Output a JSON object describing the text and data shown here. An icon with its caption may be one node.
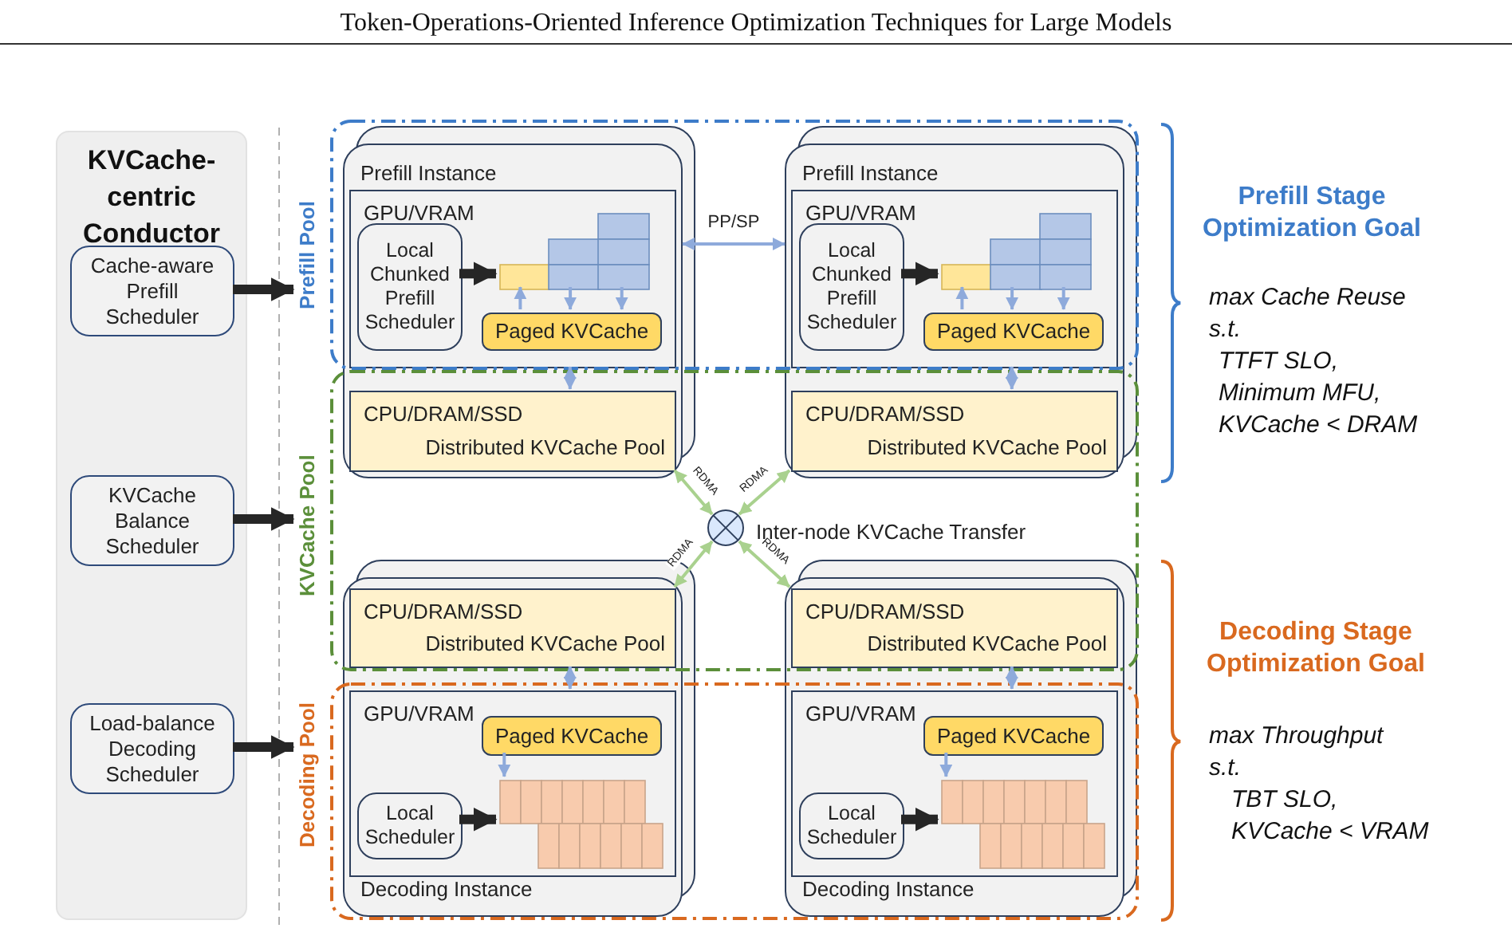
{
  "diagram": {
    "title": "Token-Operations-Oriented Inference Optimization Techniques for Large Models",
    "nodes": [
      {
        "text": [
          "KVCache-centric Conductor"
        ]
      },
      {
        "text": [
          "Cache-aware Prefill Scheduler"
        ],
        "in": 0
      },
      {
        "text": [
          "KVCache Balance Scheduler"
        ],
        "in": 0
      },
      {
        "text": [
          "Load-balance Decoding Scheduler"
        ],
        "in": 0
      },
      {
        "text": [
          "Prefill Pool"
        ]
      },
      {
        "text": [
          "KVCache Pool"
        ]
      },
      {
        "text": [
          "Decoding Pool"
        ]
      },
      {
        "text": [
          "Prefill Instance"
        ]
      },
      {
        "text": [
          "GPU/VRAM"
        ],
        "in": 7
      },
      {
        "text": [
          "Local Chunked Prefill Scheduler"
        ],
        "in": 8
      },
      {
        "text": [],
        "shape": "box",
        "in": 8
      },
      {
        "text": [
          "Paged KVCache"
        ],
        "in": 8
      },
      {
        "text": [
          "CPU/DRAM/SSD",
          "Distributed KVCache Pool"
        ],
        "in": 7
      },
      {
        "text": [
          "Prefill Instance"
        ]
      },
      {
        "text": [
          "GPU/VRAM"
        ],
        "in": 13
      },
      {
        "text": [
          "Local Chunked Prefill Scheduler"
        ],
        "in": 14
      },
      {
        "text": [],
        "shape": "box",
        "in": 14
      },
      {
        "text": [
          "Paged KVCache"
        ],
        "in": 14
      },
      {
        "text": [
          "CPU/DRAM/SSD",
          "Distributed KVCache Pool"
        ],
        "in": 13
      },
      {
        "text": [],
        "shape": "circle",
        "beside": [
          "Inter-node KVCache Transfer"
        ]
      },
      {
        "text": [
          "Decoding Instance"
        ]
      },
      {
        "text": [
          "CPU/DRAM/SSD",
          "Distributed KVCache Pool"
        ],
        "in": 20
      },
      {
        "text": [
          "GPU/VRAM"
        ],
        "in": 20
      },
      {
        "text": [
          "Paged KVCache"
        ],
        "in": 22
      },
      {
        "text": [
          "Local Scheduler"
        ],
        "in": 22
      },
      {
        "text": [],
        "shape": "box",
        "in": 22
      },
      {
        "text": [
          "Decoding Instance"
        ]
      },
      {
        "text": [
          "CPU/DRAM/SSD",
          "Distributed KVCache Pool"
        ],
        "in": 26
      },
      {
        "text": [
          "GPU/VRAM"
        ],
        "in": 26
      },
      {
        "text": [
          "Paged KVCache"
        ],
        "in": 28
      },
      {
        "text": [
          "Local Scheduler"
        ],
        "in": 28
      },
      {
        "text": [],
        "shape": "box",
        "in": 28
      }
    ],
    "edges": [
      {
        "from": 1,
        "to": 4,
        "arrow": "to",
        "style": "thick",
        "color": "#262626"
      },
      {
        "from": 2,
        "to": 5,
        "arrow": "to",
        "style": "thick",
        "color": "#262626"
      },
      {
        "from": 3,
        "to": 6,
        "arrow": "to",
        "style": "thick",
        "color": "#262626"
      },
      {
        "from": 9,
        "to": 10,
        "arrow": "to",
        "style": "thick",
        "color": "#262626"
      },
      {
        "from": 11,
        "to": 10,
        "arrow": "to"
      },
      {
        "from": 10,
        "to": 11,
        "arrow": "to"
      },
      {
        "from": 10,
        "to": 11,
        "arrow": "to"
      },
      {
        "from": 8,
        "to": 12,
        "arrow": "both"
      },
      {
        "from": 15,
        "to": 16,
        "arrow": "to",
        "style": "thick",
        "color": "#262626"
      },
      {
        "from": 17,
        "to": 16,
        "arrow": "to"
      },
      {
        "from": 16,
        "to": 17,
        "arrow": "to"
      },
      {
        "from": 16,
        "to": 17,
        "arrow": "to"
      },
      {
        "from": 14,
        "to": 18,
        "arrow": "both"
      },
      {
        "from": 7,
        "to": 13,
        "arrow": "both",
        "label": "PP/SP"
      },
      {
        "from": 19,
        "to": 12,
        "arrow": "both",
        "label": "RDMA",
        "color": "#a9d18e"
      },
      {
        "from": 19,
        "to": 18,
        "arrow": "both",
        "label": "RDMA",
        "color": "#a9d18e"
      },
      {
        "from": 19,
        "to": 21,
        "arrow": "both",
        "label": "RDMA",
        "color": "#a9d18e"
      },
      {
        "from": 19,
        "to": 27,
        "arrow": "both",
        "label": "RDMA",
        "color": "#a9d18e"
      },
      {
        "from": 21,
        "to": 22,
        "arrow": "both"
      },
      {
        "from": 23,
        "to": 25,
        "arrow": "to"
      },
      {
        "from": 24,
        "to": 25,
        "arrow": "to",
        "style": "thick",
        "color": "#262626"
      },
      {
        "from": 27,
        "to": 28,
        "arrow": "both"
      },
      {
        "from": 29,
        "to": 31,
        "arrow": "to"
      },
      {
        "from": 30,
        "to": 31,
        "arrow": "to",
        "style": "thick",
        "color": "#262626"
      }
    ],
    "labels": [
      "Prefill Stage Optimization Goal",
      "max Cache Reuse",
      "s.t.",
      "TTFT SLO,",
      "Minimum MFU,",
      "KVCache < DRAM",
      "Decoding Stage Optimization Goal",
      "max Throughput",
      "s.t.",
      "TBT SLO,",
      "KVCache < VRAM"
    ]
  }
}
